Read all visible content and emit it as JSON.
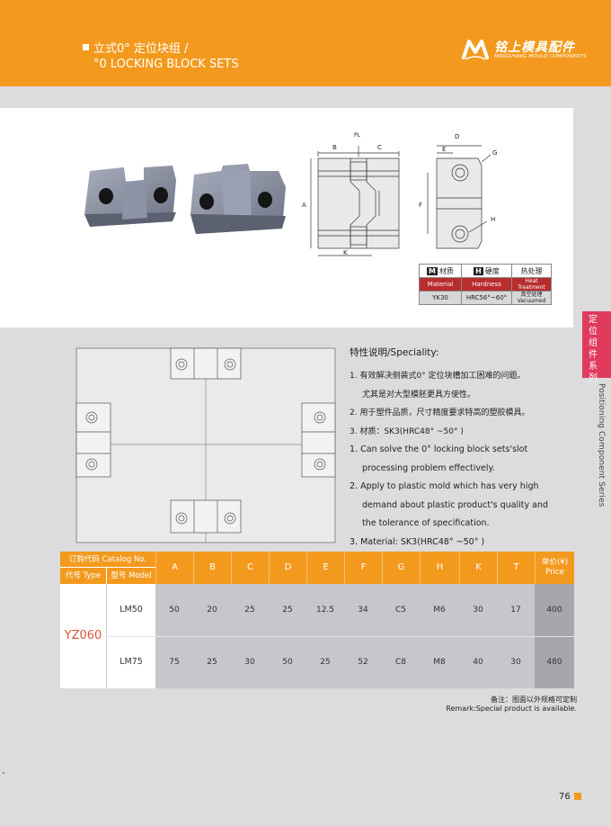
{
  "header": {
    "title_cn": "立式0° 定位块组  /",
    "title_en": "°0  LOCKING BLOCK SETS",
    "brand_cn": "铭上模具配件",
    "brand_en": "MINGSHANG MOULD COMPONENTS",
    "color": "#f39a1e"
  },
  "side_tab": {
    "cn": "定位组件系列",
    "en": "Positioning Component Series",
    "color": "#e03a5d"
  },
  "drawing": {
    "labels": {
      "B": "B",
      "C": "C",
      "PL": "PL",
      "A": "A",
      "K": "K",
      "D": "D",
      "E": "E",
      "F": "F",
      "G": "G",
      "H": "H"
    }
  },
  "properties": {
    "material_code": "M",
    "material_cn": "材质",
    "hardness_code": "H",
    "hardness_cn": "硬度",
    "heat_cn": "热处理",
    "material_en": "Material",
    "hardness_en": "Hardness",
    "heat_en_1": "Heat",
    "heat_en_2": "Treatment",
    "material_val": "YK30",
    "hardness_val": "HRC56°~60°",
    "heat_val_1": "真空处理",
    "heat_val_2": "Vacuumed"
  },
  "speciality": {
    "title": "特性说明/Speciality:",
    "lines": [
      "1. 有效解决侧装式0° 定位块槽加工困难的问题。",
      "尤其是对大型模胚更具方使性。",
      "2. 用于塑件品质，尺寸精度要求特高的塑胶模具。",
      "3. 材质：SK3(HRC48° ~50° )",
      "1. Can solve the 0° locking block sets'slot",
      "processing problem effectively.",
      "2. Apply to plastic mold which has very high",
      "demand about plastic product's quality and",
      "the tolerance of specification.",
      "3. Material: SK3(HRC48° ~50°  )"
    ]
  },
  "catalog": {
    "catalog_no_label": "订购代码 Catalog No.",
    "type_label": "代号 Type",
    "model_label": "型号 Model",
    "columns": [
      "A",
      "B",
      "C",
      "D",
      "E",
      "F",
      "G",
      "H",
      "K",
      "T"
    ],
    "price_label_cn": "单价(¥)",
    "price_label_en": "Price",
    "type_value": "YZ060",
    "rows": [
      {
        "model": "LM50",
        "values": [
          "50",
          "20",
          "25",
          "25",
          "12.5",
          "34",
          "C5",
          "M6",
          "30",
          "17"
        ],
        "price": "400"
      },
      {
        "model": "LM75",
        "values": [
          "75",
          "25",
          "30",
          "50",
          "25",
          "52",
          "C8",
          "M8",
          "40",
          "30"
        ],
        "price": "480"
      }
    ]
  },
  "remark": {
    "cn": "备注：图面以外规格可定制",
    "en": "Remark:Special product is available."
  },
  "page_number": "76"
}
